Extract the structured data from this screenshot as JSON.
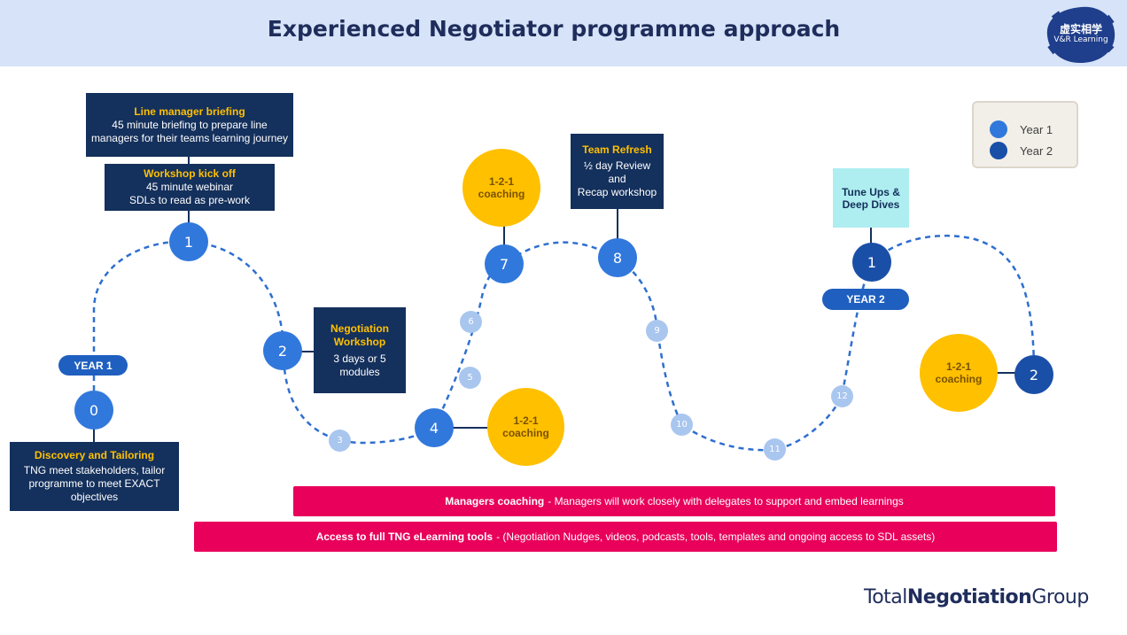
{
  "header": {
    "title": "Experienced Negotiator programme approach",
    "logo_line1": "虚实相学",
    "logo_line2": "V&R Learning"
  },
  "legend": {
    "year1": "Year 1",
    "year2": "Year 2",
    "year1_color": "#3178dc",
    "year2_color": "#1a4fa8"
  },
  "year_labels": {
    "year1": "YEAR 1",
    "year2": "YEAR 2"
  },
  "nodes": {
    "n0": "0",
    "n1": "1",
    "n2": "2",
    "n3": "3",
    "n4": "4",
    "n5": "5",
    "n6": "6",
    "n7": "7",
    "n8": "8",
    "n9": "9",
    "n10": "10",
    "n11": "11",
    "n12": "12",
    "y2n1": "1",
    "y2n2": "2"
  },
  "boxes": {
    "line_manager": {
      "title": "Line manager briefing",
      "line1": "45 minute briefing to prepare line",
      "line2": "managers for their teams learning journey"
    },
    "kickoff": {
      "title": "Workshop kick off",
      "line1": "45 minute webinar",
      "line2": "SDLs to read as pre-work"
    },
    "workshop": {
      "title1": "Negotiation",
      "title2": "Workshop",
      "line1": "3 days or  5",
      "line2": "modules"
    },
    "discovery": {
      "title": "Discovery and Tailoring",
      "line1": "TNG meet stakeholders, tailor",
      "line2": "programme to meet EXACT",
      "line3": "objectives"
    },
    "refresh": {
      "title": "Team Refresh",
      "line1": "½ day Review and",
      "line2": "Recap workshop"
    },
    "tune": {
      "line1": "Tune Ups &",
      "line2": "Deep Dives"
    }
  },
  "coaching": {
    "line1": "1-2-1",
    "line2": "coaching"
  },
  "banners": {
    "managers_bold": "Managers coaching",
    "managers_text": " - Managers will work closely with delegates to support and embed learnings",
    "access_bold": "Access to full TNG eLearning tools",
    "access_text": " - (Negotiation Nudges, videos, podcasts, tools, templates and ongoing access to SDL assets)"
  },
  "footer": {
    "part1": "Total",
    "part2": "Negotiation",
    "part3": "Group"
  },
  "colors": {
    "header_bg": "#d6e3f8",
    "dark_box": "#14305c",
    "accent_yellow": "#ffc000",
    "banner_pink": "#e8005a",
    "dash_blue": "#2e6fd0"
  }
}
